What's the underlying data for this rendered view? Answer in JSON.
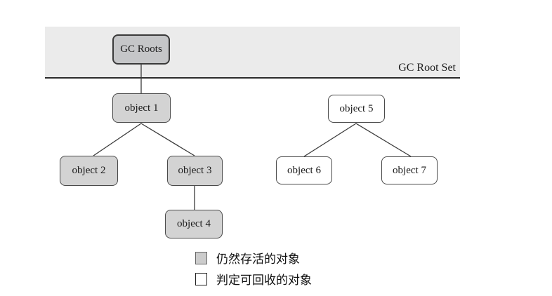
{
  "diagram": {
    "region_label": "GC Root Set",
    "nodes": [
      {
        "id": "gc_roots",
        "label": "GC Roots",
        "status": "root"
      },
      {
        "id": "object_1",
        "label": "object 1",
        "status": "alive"
      },
      {
        "id": "object_2",
        "label": "object 2",
        "status": "alive"
      },
      {
        "id": "object_3",
        "label": "object 3",
        "status": "alive"
      },
      {
        "id": "object_4",
        "label": "object 4",
        "status": "alive"
      },
      {
        "id": "object_5",
        "label": "object 5",
        "status": "recyclable"
      },
      {
        "id": "object_6",
        "label": "object 6",
        "status": "recyclable"
      },
      {
        "id": "object_7",
        "label": "object 7",
        "status": "recyclable"
      }
    ],
    "edges": [
      [
        "GC Roots",
        "object 1"
      ],
      [
        "object 1",
        "object 2"
      ],
      [
        "object 1",
        "object 3"
      ],
      [
        "object 3",
        "object 4"
      ],
      [
        "object 5",
        "object 6"
      ],
      [
        "object 5",
        "object 7"
      ]
    ],
    "legend": [
      {
        "swatch": "gray",
        "label": "仍然存活的对象"
      },
      {
        "swatch": "white",
        "label": "判定可回收的对象"
      }
    ],
    "colors": {
      "banner_fill": "#ebebeb",
      "root_fill": "#c5c6c8",
      "alive_fill": "#d3d3d3",
      "recyclable_fill": "#ffffff",
      "line": "#3a3a3a"
    }
  }
}
